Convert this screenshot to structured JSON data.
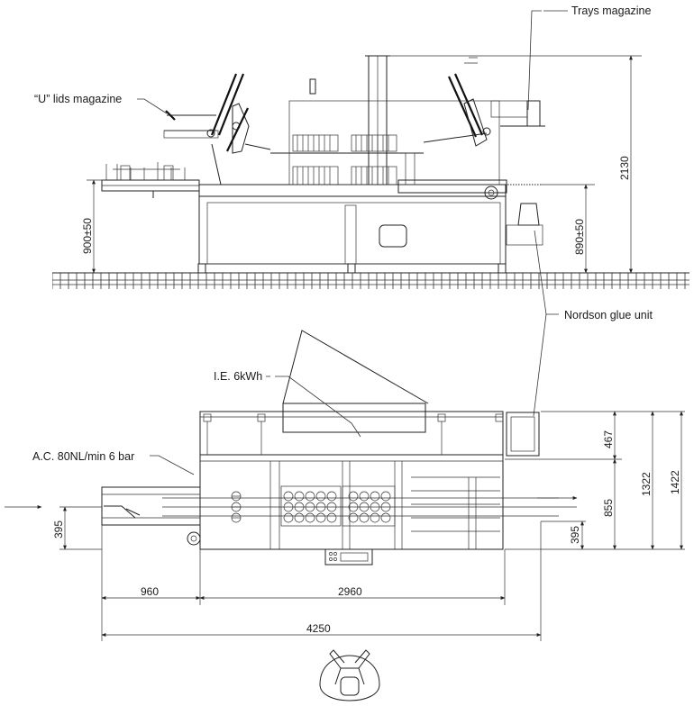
{
  "labels": {
    "trays_magazine": "Trays magazine",
    "u_lids_magazine": "“U” lids magazine",
    "nordson_glue_unit": "Nordson glue unit",
    "ie_power": "I.E. 6kWh",
    "ac_air": "A.C. 80NL/min 6 bar"
  },
  "dimensions": {
    "height_total": "2130",
    "height_infeed": "900±50",
    "height_outfeed": "890±50",
    "depth_467": "467",
    "depth_855": "855",
    "depth_1322": "1322",
    "depth_1422": "1422",
    "offset_left_395": "395",
    "offset_right_395": "395",
    "length_960": "960",
    "length_2960": "2960",
    "length_total": "4250"
  },
  "icons": [
    "operator-icon",
    "flow-arrow-in-icon",
    "flow-arrow-out-icon",
    "floor-grid-icon"
  ]
}
